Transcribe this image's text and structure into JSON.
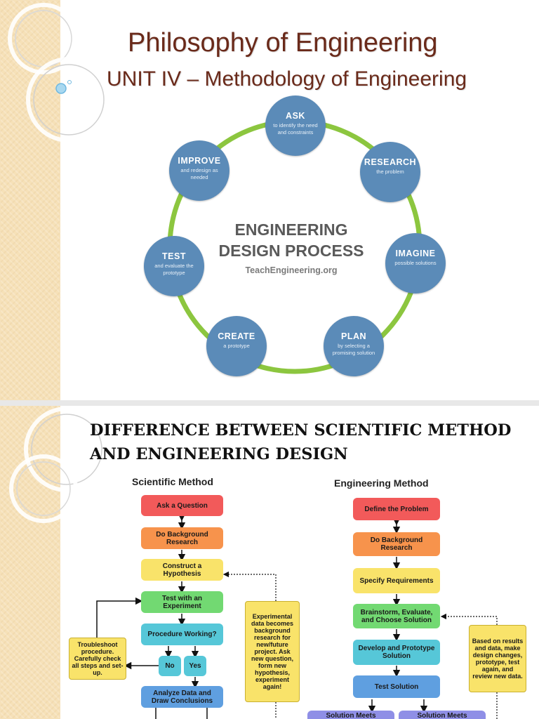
{
  "slide1": {
    "title": "Philosophy of Engineering",
    "subtitle": "UNIT IV – Methodology of Engineering",
    "diagram": {
      "center_line1": "ENGINEERING",
      "center_line2": "DESIGN PROCESS",
      "center_sub": "TeachEngineering.org",
      "ring_color": "#8cc63f",
      "node_color": "#5b8bb8",
      "steps": [
        {
          "title": "ASK",
          "desc": "to identify the need and constraints"
        },
        {
          "title": "RESEARCH",
          "desc": "the problem"
        },
        {
          "title": "IMAGINE",
          "desc": "possible solutions"
        },
        {
          "title": "PLAN",
          "desc": "by selecting a promising solution"
        },
        {
          "title": "CREATE",
          "desc": "a prototype"
        },
        {
          "title": "TEST",
          "desc": "and evaluate the prototype"
        },
        {
          "title": "IMPROVE",
          "desc": "and redesign as needed"
        }
      ]
    }
  },
  "slide2": {
    "heading_line1": "DIFFERENCE BETWEEN SCIENTIFIC METHOD",
    "heading_line2": "AND ENGINEERING DESIGN",
    "scientific": {
      "title": "Scientific Method",
      "ask": "Ask a Question",
      "research": "Do Background Research",
      "hypothesis": "Construct a Hypothesis",
      "experiment": "Test with an Experiment",
      "procedure": "Procedure Working?",
      "no": "No",
      "yes": "Yes",
      "analyze": "Analyze Data and Draw Conclusions",
      "troubleshoot": "Troubleshoot procedure. Carefully check all steps and set-up.",
      "experimental_note": "Experimental data becomes background research for new/future project. Ask new question, form new hypothesis, experiment again!"
    },
    "engineering": {
      "title": "Engineering Method",
      "define": "Define the Problem",
      "research": "Do Background Research",
      "requirements": "Specify Requirements",
      "brainstorm": "Brainstorm, Evaluate, and Choose Solution",
      "develop": "Develop and Prototype Solution",
      "test": "Test Solution",
      "meets1": "Solution Meets",
      "meets2": "Solution Meets",
      "based_note": "Based on results and data, make design changes, prototype, test again, and review new data."
    }
  }
}
